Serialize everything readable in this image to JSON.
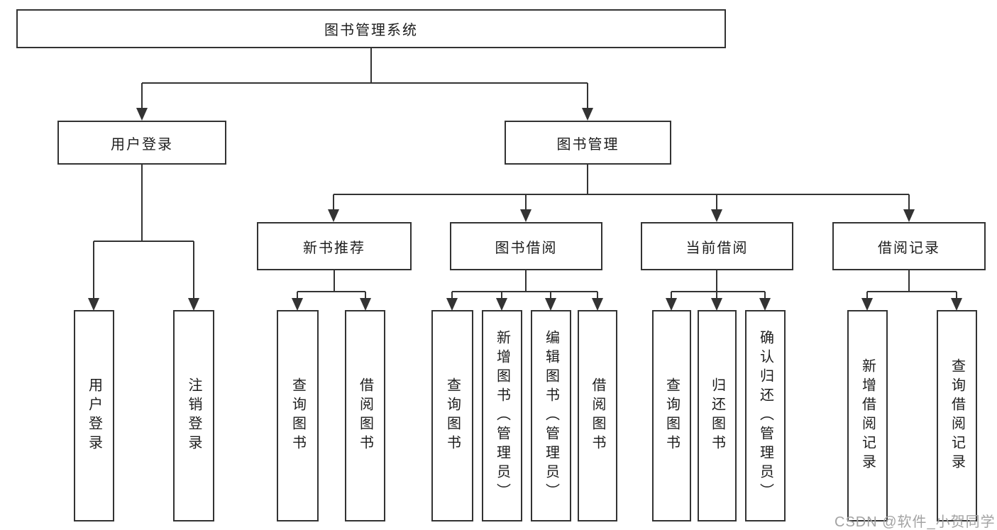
{
  "diagram": {
    "title": "图书管理系统",
    "level2": {
      "user_login": "用户登录",
      "book_mgmt": "图书管理"
    },
    "level3": {
      "new_books": "新书推荐",
      "book_borrow": "图书借阅",
      "current_borrow": "当前借阅",
      "borrow_records": "借阅记录"
    },
    "leaves": {
      "user_login_1": "用户登录",
      "user_login_2": "注销登录",
      "new_books_1": "查询图书",
      "new_books_2": "借阅图书",
      "book_borrow_1": "查询图书",
      "book_borrow_2": "新增图书（管理员）",
      "book_borrow_3": "编辑图书（管理员）",
      "book_borrow_4": "借阅图书",
      "current_borrow_1": "查询图书",
      "current_borrow_2": "归还图书",
      "current_borrow_3": "确认归还（管理员）",
      "borrow_records_1": "新增借阅记录",
      "borrow_records_2": "查询借阅记录"
    }
  },
  "watermark": "CSDN @软件_小贺同学",
  "colors": {
    "line": "#333333",
    "box_border": "#333333",
    "text": "#1d1d1d",
    "watermark": "#a3a3a3",
    "background": "#ffffff"
  }
}
